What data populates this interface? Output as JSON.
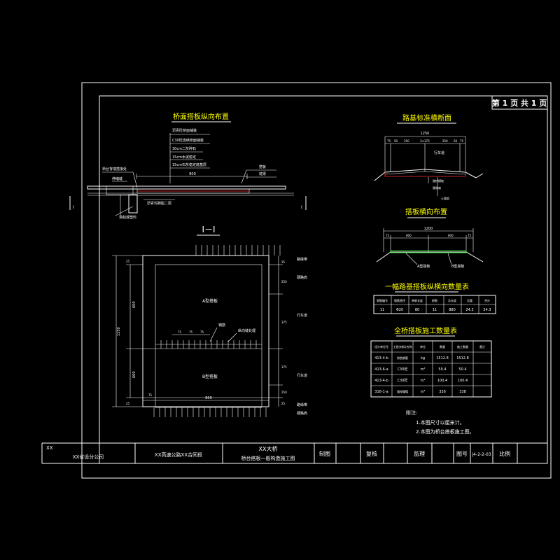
{
  "page_indicator": "第 1 页 共 1 页",
  "longitudinal": {
    "title": "桥面搭板纵向布置",
    "layers": [
      "沥青砼桥面铺装",
      "C30砼连续桥面铺装",
      "30cm二灰碎石",
      "15cm水泥稳定",
      "15cm石灰稳定底基层"
    ],
    "labels": [
      "桥台背墙搭接处",
      "伸缩缝",
      "搭板",
      "枕梁",
      "沥青玛蹄脂二层",
      "油毡或塑料"
    ],
    "length": "800",
    "section_mark": "I"
  },
  "road_section": {
    "title": "路基标准横断面",
    "total_width": "1250",
    "dims": [
      "75",
      "50",
      "250",
      "2×375",
      "250",
      "50",
      "75"
    ],
    "labels": [
      "行车道",
      "路拱横坡",
      "硬路肩",
      "土路肩"
    ]
  },
  "slab_layout": {
    "title": "搭板横向布置",
    "width": "1200",
    "dims": [
      "75",
      "600",
      "600",
      "75"
    ],
    "labels": [
      "A型搭板",
      "B型搭板"
    ]
  },
  "section_II": {
    "title": "I－I",
    "labels": {
      "a_slab": "A型搭板",
      "b_slab": "B型搭板",
      "rebar": "钢筋",
      "joint": "纵向缝处理",
      "right": [
        "路缘带",
        "硬路肩",
        "行车道",
        "行车道",
        "路缘带",
        "硬路肩"
      ]
    },
    "dims": {
      "left_total": "1250",
      "left_upper": "600",
      "left_lower": "600",
      "left_top": "25",
      "left_bottom": "25",
      "bottom_width": "800",
      "bottom_offset": "75",
      "spacing": [
        "75",
        "75",
        "75"
      ],
      "right": [
        "25",
        "250",
        "375",
        "375",
        "250",
        "25"
      ]
    }
  },
  "table1": {
    "title": "一幅路基搭板纵横向数量表",
    "headers": [
      "钢筋编号",
      "钢筋直径",
      "单根长度",
      "根数",
      "总长度",
      "总重",
      "合计"
    ],
    "row": [
      "11",
      "Φ20",
      "80",
      "11",
      "880",
      "24.3",
      "24.3"
    ]
  },
  "table2": {
    "title": "全桥搭板施工数量表",
    "headers": [
      "设计单位号",
      "工程(材料)名称",
      "单位",
      "数量",
      "施工数量",
      "备注"
    ],
    "rows": [
      [
        "413-4-b",
        "带肋钢筋",
        "kg",
        "1512.8",
        "1512.8",
        ""
      ],
      [
        "413-6-a",
        "C30砼",
        "m³",
        "50.4",
        "50.4",
        ""
      ],
      [
        "413-4-b",
        "C30砼",
        "m³",
        "100.4",
        "100.4",
        ""
      ],
      [
        "316-1-a",
        "锚栓螺帽",
        "m³",
        "338",
        "338",
        ""
      ]
    ]
  },
  "notes": {
    "heading": "附注:",
    "items": [
      "1.本图尺寸以厘米计。",
      "2.本图为桥台搭板施工图。"
    ]
  },
  "title_block": {
    "company_top": "XX",
    "company": "XX省设分公司",
    "project": "XX高速公路XX合同段",
    "drawing_line1": "XX大桥",
    "drawing_line2": "桥台搭板一般构造施工图",
    "drawn_label": "制图",
    "check_label": "复核",
    "supervise_label": "监理",
    "figno_label": "图号",
    "figno": "J4-2-2-03",
    "scale_label": "比例"
  }
}
